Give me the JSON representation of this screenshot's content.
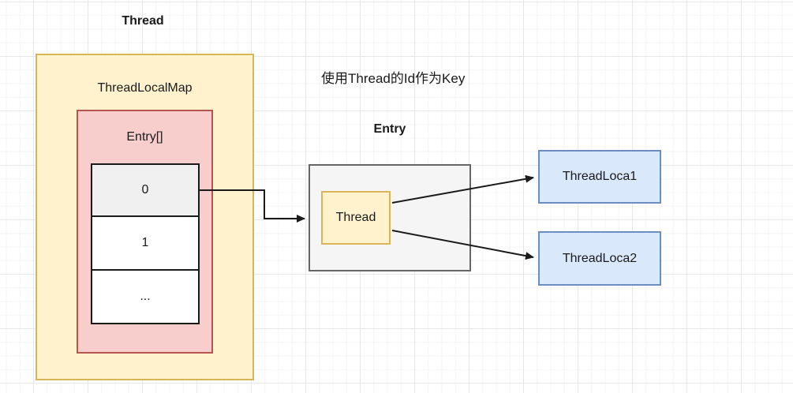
{
  "diagram": {
    "title_label": "Thread",
    "annotation": "使用Thread的Id作为Key",
    "outer_box": {
      "label": "ThreadLocalMap"
    },
    "entry_array_box": {
      "label": "Entry[]",
      "cells": [
        "0",
        "1",
        "..."
      ]
    },
    "entry_detail": {
      "title": "Entry",
      "inner_box_label": "Thread"
    },
    "thread_local_boxes": [
      {
        "label": "ThreadLoca1"
      },
      {
        "label": "ThreadLoca2"
      }
    ],
    "colors": {
      "container_fill": "#fff2cc",
      "container_border": "#d6b656",
      "array_fill": "#f8cecc",
      "array_border": "#b85450",
      "cell_highlight_fill": "#f0f0f0",
      "cell_fill": "#ffffff",
      "cell_border": "#1a1a1a",
      "entry_fill": "#f5f5f5",
      "entry_border": "#666666",
      "threadlocal_fill": "#dae8fc",
      "threadlocal_border": "#6c8ebf",
      "arrow": "#1a1a1a"
    }
  }
}
